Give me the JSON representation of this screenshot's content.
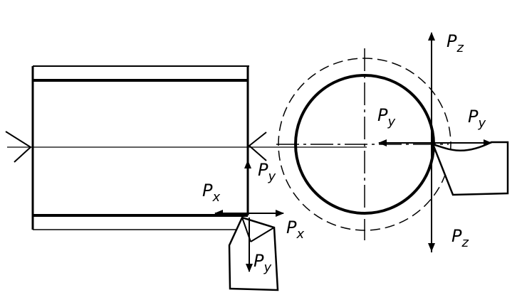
{
  "labels": {
    "pz_top": {
      "main": "P",
      "sub": "z"
    },
    "py_circle_left": {
      "main": "P",
      "sub": "y"
    },
    "py_circle_right": {
      "main": "P",
      "sub": "y"
    },
    "pz_bottom": {
      "main": "P",
      "sub": "z"
    },
    "py_end_face": {
      "main": "P",
      "sub": "y"
    },
    "px_left": {
      "main": "P",
      "sub": "x"
    },
    "px_right": {
      "main": "P",
      "sub": "x"
    },
    "py_below_tool": {
      "main": "P",
      "sub": "y"
    }
  }
}
